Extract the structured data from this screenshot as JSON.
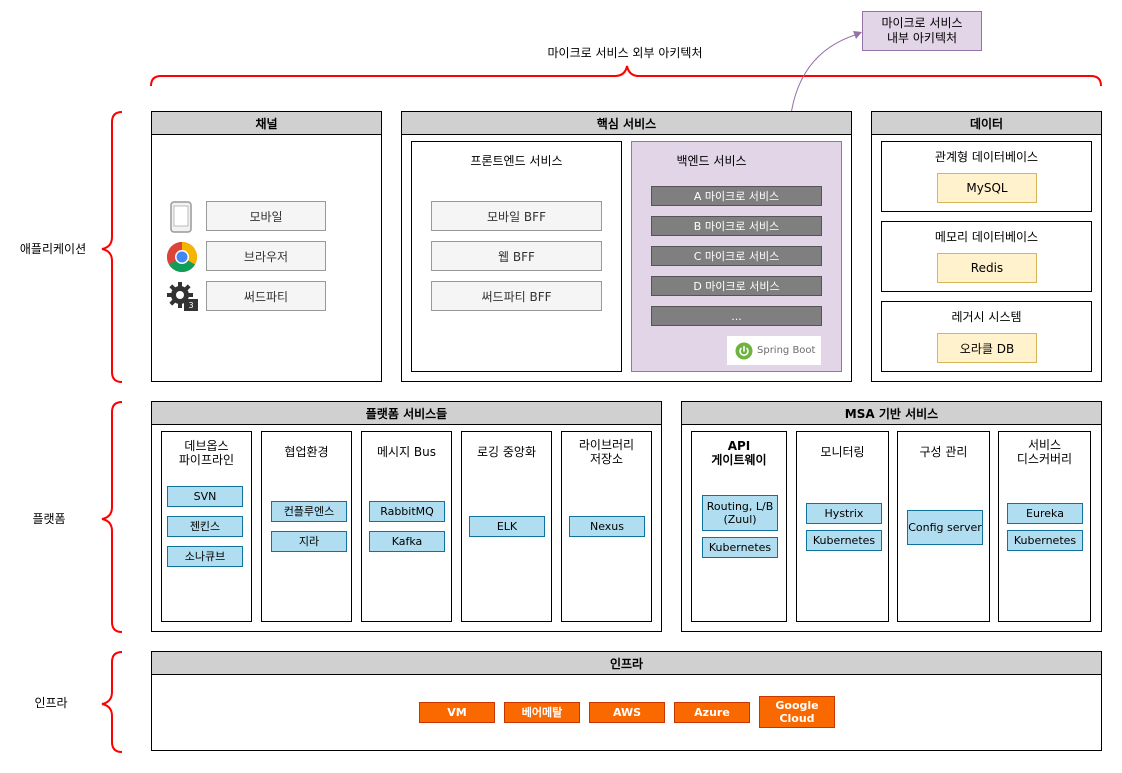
{
  "top_label": "마이크로 서비스 외부 아키텍처",
  "callout": {
    "line1": "마이크로 서비스",
    "line2": "내부 아키텍처"
  },
  "side_labels": {
    "application": "애플리케이션",
    "platform": "플랫폼",
    "infra": "인프라"
  },
  "channel": {
    "title": "채널",
    "items": [
      "모바일",
      "브라우저",
      "써드파티"
    ]
  },
  "core": {
    "title": "핵심 서비스",
    "frontend": {
      "title": "프론트엔드 서비스",
      "items": [
        "모바일 BFF",
        "웹 BFF",
        "써드파티 BFF"
      ]
    },
    "backend": {
      "title": "백엔드 서비스",
      "items": [
        "A 마이크로 서비스",
        "B 마이크로 서비스",
        "C 마이크로 서비스",
        "D 마이크로 서비스",
        "..."
      ],
      "spring_boot": "Spring Boot"
    }
  },
  "data": {
    "title": "데이터",
    "groups": [
      {
        "title": "관계형 데이터베이스",
        "item": "MySQL"
      },
      {
        "title": "메모리 데이터베이스",
        "item": "Redis"
      },
      {
        "title": "레거시 시스템",
        "item": "오라클 DB"
      }
    ]
  },
  "platform_services": {
    "title": "플랫폼 서비스들",
    "columns": [
      {
        "title1": "데브옵스",
        "title2": "파이프라인",
        "items": [
          "SVN",
          "젠킨스",
          "소나큐브"
        ]
      },
      {
        "title1": "협업환경",
        "title2": "",
        "items": [
          "컨플루엔스",
          "지라"
        ]
      },
      {
        "title1": "메시지 Bus",
        "title2": "",
        "items": [
          "RabbitMQ",
          "Kafka"
        ]
      },
      {
        "title1": "로깅 중앙화",
        "title2": "",
        "items": [
          "ELK"
        ]
      },
      {
        "title1": "라이브러리",
        "title2": "저장소",
        "items": [
          "Nexus"
        ]
      }
    ]
  },
  "msa_services": {
    "title": "MSA 기반 서비스",
    "columns": [
      {
        "title1": "API",
        "title2": "게이트웨이",
        "items": [
          "Routing, L/B (Zuul)",
          "Kubernetes"
        ]
      },
      {
        "title1": "모니터링",
        "title2": "",
        "items": [
          "Hystrix",
          "Kubernetes"
        ]
      },
      {
        "title1": "구성 관리",
        "title2": "",
        "items": [
          "Config server"
        ]
      },
      {
        "title1": "서비스",
        "title2": "디스커버리",
        "items": [
          "Eureka",
          "Kubernetes"
        ]
      }
    ]
  },
  "infra": {
    "title": "인프라",
    "items": [
      "VM",
      "베어메탈",
      "AWS",
      "Azure",
      "Google Cloud"
    ]
  },
  "colors": {
    "brace": "#ff0000",
    "callout_fill": "#e1d5e7",
    "callout_border": "#9673a6",
    "spring": "#6db33f"
  }
}
